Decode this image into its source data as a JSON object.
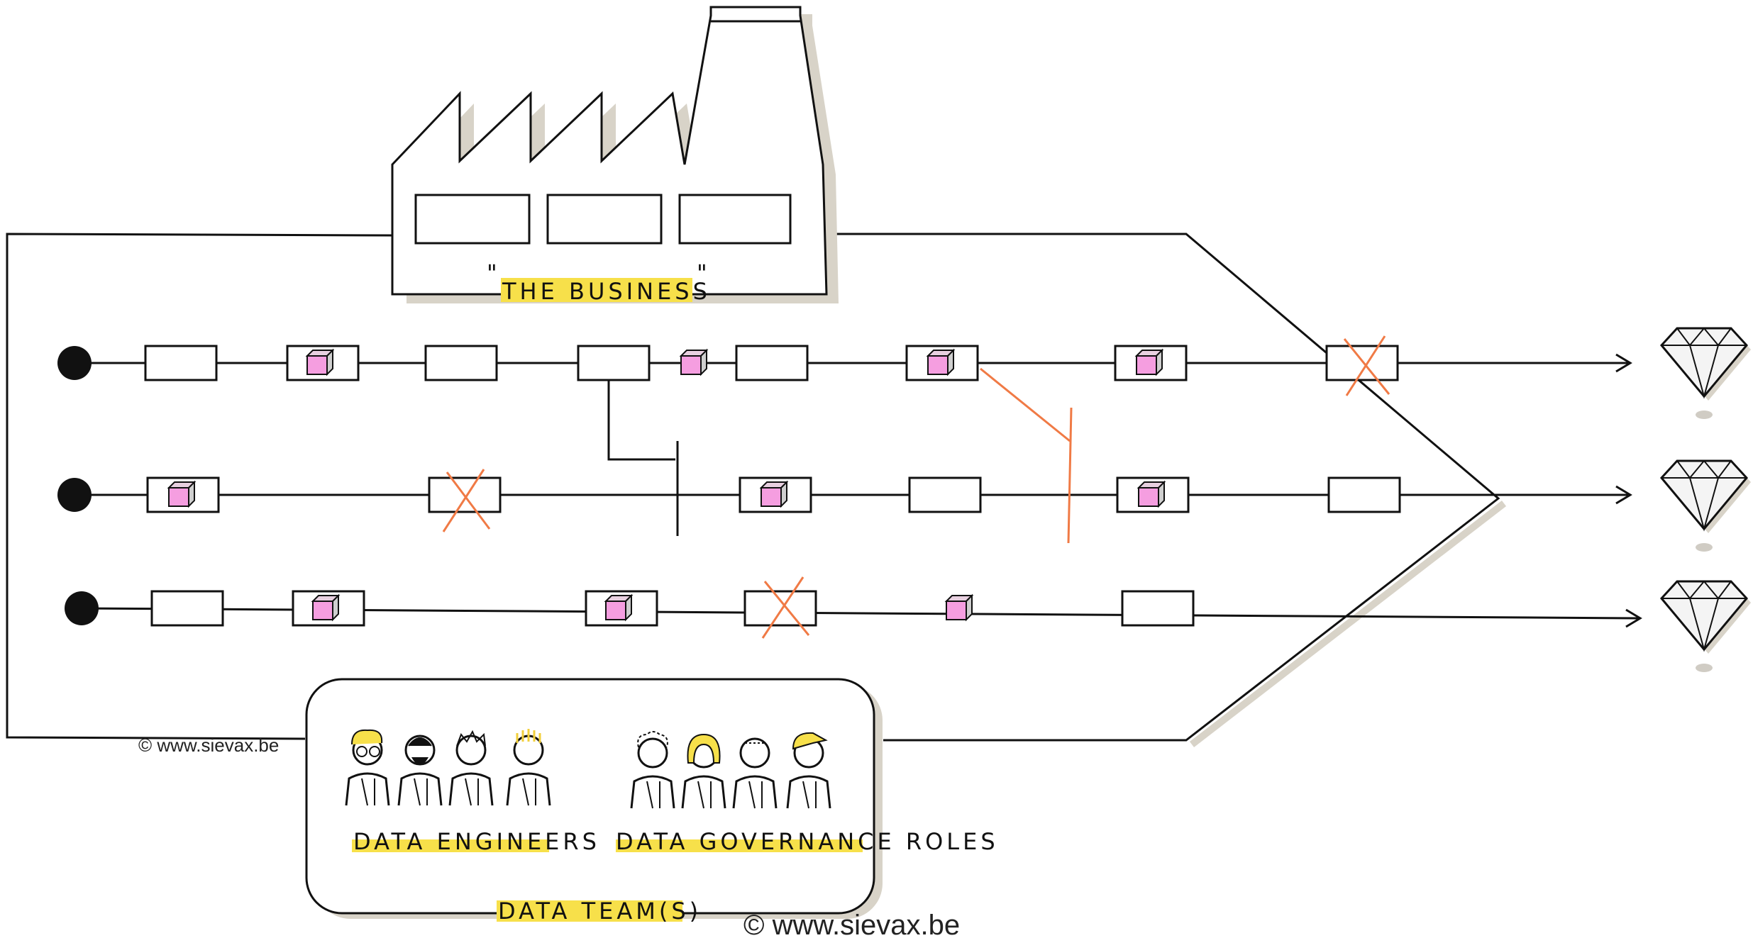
{
  "business": {
    "label": "THE BUSINESS",
    "quote_open": "\"",
    "quote_close": "\""
  },
  "team": {
    "engineers_label": "DATA ENGINEERS",
    "governance_label": "DATA GOVERNANCE ROLES",
    "label": "DATA TEAM(S)"
  },
  "watermarks": {
    "small": "© www.sievax.be",
    "large": "© www.sievax.be"
  },
  "colors": {
    "line": "#111111",
    "shadow": "#d8d3c8",
    "cube_pink": "#f59ee0",
    "cube_gray": "#cfcfcf",
    "cross_orange": "#f07a45",
    "highlight_yellow": "#f7e04a"
  },
  "pipelines": [
    {
      "stages": [
        "empty",
        "cube",
        "empty",
        "empty",
        "cube-inline",
        "empty",
        "cube",
        "cube",
        "crossed"
      ],
      "output": "diamond"
    },
    {
      "stages": [
        "cube",
        "crossed",
        "cube",
        "empty",
        "cube",
        "empty"
      ],
      "output": "diamond"
    },
    {
      "stages": [
        "empty",
        "cube",
        "cube",
        "crossed",
        "cube-inline",
        "empty"
      ],
      "output": "diamond"
    }
  ],
  "icons": {
    "pipeline_source": "black-dot-icon",
    "pipeline_output": "diamond-icon",
    "data_asset": "pink-cube-icon",
    "broken_stage": "orange-cross-icon"
  }
}
